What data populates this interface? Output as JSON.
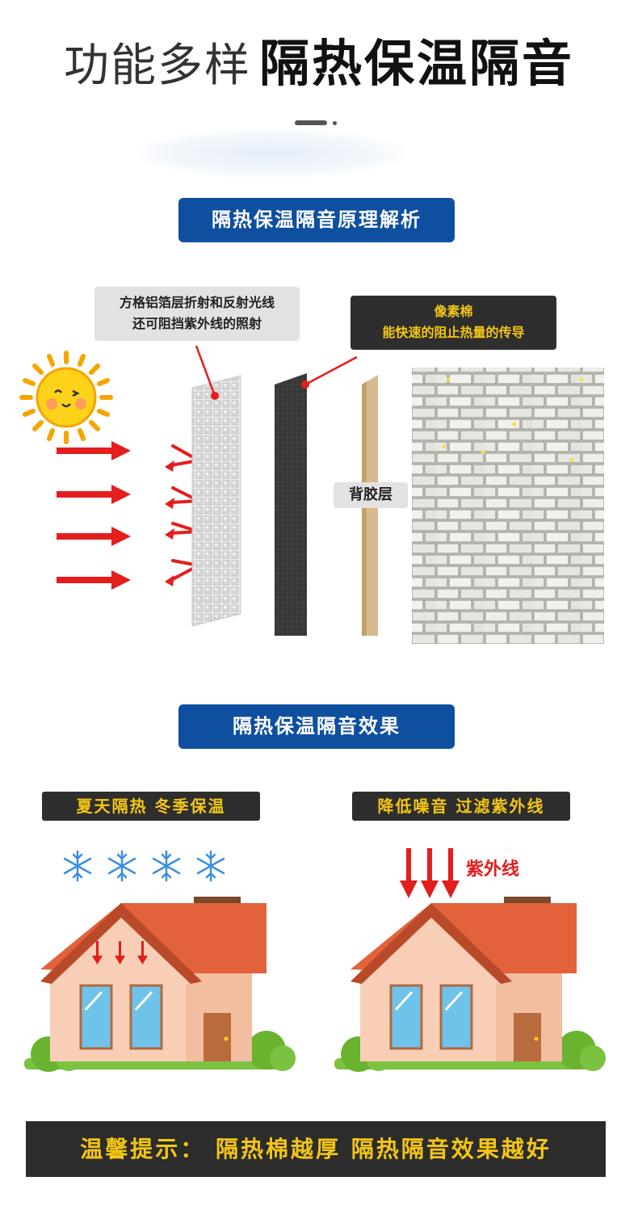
{
  "header": {
    "title_light": "功能多样",
    "title_bold": "隔热保温隔音"
  },
  "section_principle": {
    "title": "隔热保温隔音原理解析",
    "foil_callout": {
      "line1": "方格铝箔层折射和反射光线",
      "line2": "还可阻挡紫外线的照射"
    },
    "cotton_callout": {
      "line1": "像素棉",
      "line2": "能快速的阻止热量的传导"
    },
    "adhesive_label": "背胶层"
  },
  "section_effect": {
    "title": "隔热保温隔音效果",
    "left_caption": "夏天隔热 冬季保温",
    "right_caption": "降低噪音 过滤紫外线",
    "uv_label": "紫外线"
  },
  "tip": "温馨提示： 隔热棉越厚 隔热隔音效果越好",
  "icons": [
    "sun-icon",
    "heat-arrow-icon",
    "reflected-arrow-icon",
    "snowflake-icon",
    "house-icon",
    "uv-arrow-icon",
    "chimney-icon",
    "bush-icon"
  ],
  "colors": {
    "brand_blue": "#0f4fa0",
    "highlight_yellow": "#f3c614",
    "arrow_red": "#e41d1d",
    "roof_orange": "#e2623b",
    "wall_pink": "#f8cfb6",
    "grass_green": "#7cc241",
    "snow_blue": "#3b8fe0"
  }
}
